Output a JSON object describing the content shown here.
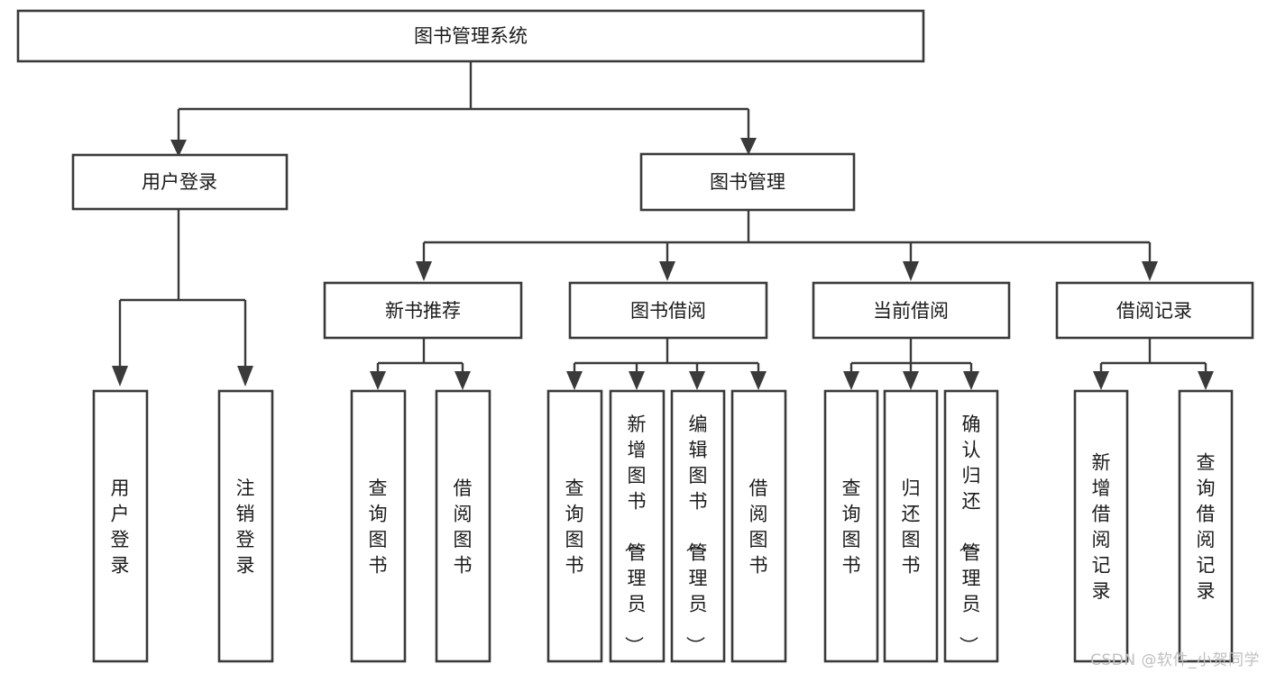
{
  "diagram": {
    "type": "tree-hierarchy",
    "title": "图书管理系统",
    "watermark": "CSDN @软件_小贺同学",
    "colors": {
      "box_stroke": "#3a3a3a",
      "box_fill": "#ffffff",
      "connector": "#3a3a3a",
      "text": "#1b1b1b",
      "background": "#ffffff",
      "watermark": "#bfbfbf"
    },
    "root": {
      "label": "图书管理系统",
      "orientation": "horizontal"
    },
    "level2": [
      {
        "label": "用户登录",
        "orientation": "horizontal"
      },
      {
        "label": "图书管理",
        "orientation": "horizontal"
      }
    ],
    "level3": [
      {
        "label": "新书推荐",
        "orientation": "horizontal"
      },
      {
        "label": "图书借阅",
        "orientation": "horizontal"
      },
      {
        "label": "当前借阅",
        "orientation": "horizontal"
      },
      {
        "label": "借阅记录",
        "orientation": "horizontal"
      }
    ],
    "leaves": {
      "user_login": [
        {
          "label": "用户登录",
          "orientation": "vertical"
        },
        {
          "label": "注销登录",
          "orientation": "vertical"
        }
      ],
      "new_book_recommend": [
        {
          "label": "查询图书",
          "orientation": "vertical"
        },
        {
          "label": "借阅图书",
          "orientation": "vertical"
        }
      ],
      "book_borrow": [
        {
          "label": "查询图书",
          "orientation": "vertical"
        },
        {
          "label": "新增图书（管理员）",
          "orientation": "vertical"
        },
        {
          "label": "编辑图书（管理员）",
          "orientation": "vertical"
        },
        {
          "label": "借阅图书",
          "orientation": "vertical"
        }
      ],
      "current_borrow": [
        {
          "label": "查询图书",
          "orientation": "vertical"
        },
        {
          "label": "归还图书",
          "orientation": "vertical"
        },
        {
          "label": "确认归还（管理员）",
          "orientation": "vertical"
        }
      ],
      "borrow_record": [
        {
          "label": "新增借阅记录",
          "orientation": "vertical"
        },
        {
          "label": "查询借阅记录",
          "orientation": "vertical"
        }
      ]
    }
  }
}
